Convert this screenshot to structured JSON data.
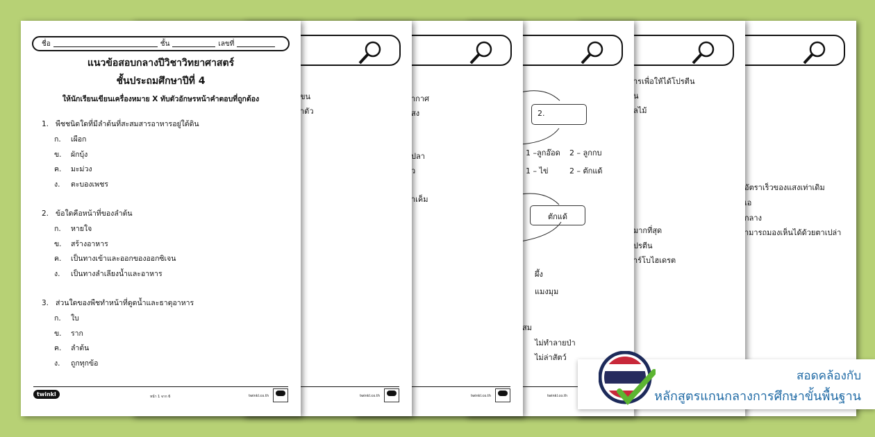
{
  "worksheet": {
    "name_label": "ชื่อ",
    "class_label": "ชั้น",
    "number_label": "เลขที่",
    "title": "แนวข้อสอบกลางปีวิชาวิทยาศาสตร์",
    "subtitle": "ชั้นประถมศึกษาปีที่ 4",
    "instruction": "ให้นักเรียนเขียนเครื่องหมาย X ทับตัวอักษรหน้าคำตอบที่ถูกต้อง",
    "questions": [
      {
        "num": "1.",
        "text": "พืชชนิดใดที่มีลำต้นที่สะสมสารอาหารอยู่ใต้ดิน",
        "options": [
          [
            "ก.",
            "เผือก"
          ],
          [
            "ข.",
            "ผักบุ้ง"
          ],
          [
            "ค.",
            "มะม่วง"
          ],
          [
            "ง.",
            "ตะบองเพชร"
          ]
        ]
      },
      {
        "num": "2.",
        "text": "ข้อใดคือหน้าที่ของลำต้น",
        "options": [
          [
            "ก.",
            "หายใจ"
          ],
          [
            "ข.",
            "สร้างอาหาร"
          ],
          [
            "ค.",
            "เป็นทางเข้าและออกของออกซิเจน"
          ],
          [
            "ง.",
            "เป็นทางลำเลียงน้ำและอาหาร"
          ]
        ]
      },
      {
        "num": "3.",
        "text": "ส่วนใดของพืชทำหน้าที่ดูดน้ำและธาตุอาหาร",
        "options": [
          [
            "ก.",
            "ใบ"
          ],
          [
            "ข.",
            "ราก"
          ],
          [
            "ค.",
            "ลำต้น"
          ],
          [
            "ง.",
            "ถูกทุกข้อ"
          ]
        ]
      }
    ],
    "page_number": "หน้า 1 จาก 6",
    "site": "twinkl.co.th",
    "brand": "twinkl"
  },
  "back_pages": {
    "p2": [
      "ขน",
      "ำตัว"
    ],
    "p3": [
      "ากาศ",
      "สง",
      "ปลา",
      "ว",
      "ำเค็ม"
    ],
    "p4": {
      "box1": "2.",
      "opt1a": ". 1 –ลูกอ๊อด",
      "opt1b": "2 – ลูกกบ",
      "opt2a": ". 1 – ไข่",
      "opt2b": "2 – ตักแด้",
      "box2": "ตักแด้",
      "a": "ผึ้ง",
      "b": "แมงมุม",
      "c": "สม",
      "d": "ไม่ทำลายป่า",
      "e": "ไม่ล่าสัตว์"
    },
    "p5": [
      "ารเพื่อให้ได้โปรตีน",
      "ั่น",
      "ลไม้",
      "มากที่สุด",
      "ปรตีน",
      "าร์โบไฮเดรต"
    ],
    "p6": [
      "อัตราเร็วของแสงเท่าเดิม",
      "เอ",
      "กลาง",
      "ามารถมองเห็นได้ด้วยตาเปล่า"
    ]
  },
  "badge": {
    "line1": "สอดคล้องกับ",
    "line2": "หลักสูตรแกนกลางการศึกษาขั้นพื้นฐาน"
  },
  "colors": {
    "background": "#b7d175",
    "badge_text": "#1f6aa5",
    "check": "#5cb531"
  }
}
